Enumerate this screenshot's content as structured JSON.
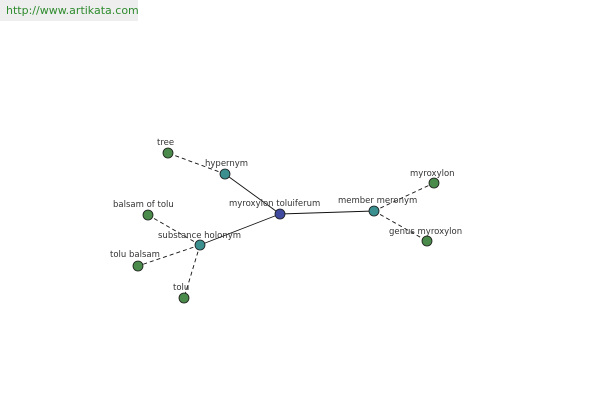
{
  "header": {
    "url": "http://www.artikata.com"
  },
  "colors": {
    "center_node": "#3f4a9e",
    "relation_node": "#3b8f8f",
    "leaf_node": "#4a8a4a",
    "edge": "#111111",
    "url_text": "#2e8b2e",
    "url_bar_bg": "#eeeeee"
  },
  "graph": {
    "center": {
      "label": "myroxylon toluiferum"
    },
    "relations": [
      {
        "label": "hypernym",
        "leaves": [
          {
            "label": "tree"
          }
        ]
      },
      {
        "label": "substance holonym",
        "leaves": [
          {
            "label": "balsam of tolu"
          },
          {
            "label": "tolu balsam"
          },
          {
            "label": "tolu"
          }
        ]
      },
      {
        "label": "member meronym",
        "leaves": [
          {
            "label": "myroxylon"
          },
          {
            "label": "genus myroxylon"
          }
        ]
      }
    ]
  }
}
